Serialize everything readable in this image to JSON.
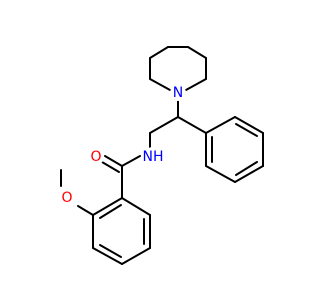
{
  "colors": {
    "background": "#ffffff",
    "carbon_bond": "#000000",
    "oxygen": "#ff0000",
    "nitrogen": "#0000ff"
  },
  "molecule": {
    "atoms": [
      {
        "id": "O_carbonyl",
        "symbol": "O",
        "color_key": "oxygen"
      },
      {
        "id": "N_amide",
        "symbol": "NH",
        "color_key": "nitrogen"
      },
      {
        "id": "N_piperidine",
        "symbol": "N",
        "color_key": "nitrogen"
      },
      {
        "id": "O_methoxy",
        "symbol": "O",
        "color_key": "oxygen"
      }
    ]
  }
}
